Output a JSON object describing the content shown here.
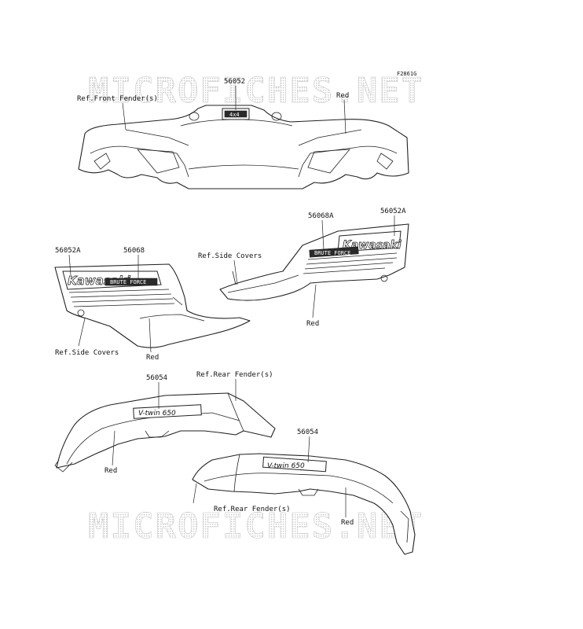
{
  "figure_id": "F2861G",
  "watermark": "MICROFICHES.NET",
  "callouts": {
    "front_part": "56052",
    "front_ref": "Ref.Front Fender(s)",
    "front_red": "Red",
    "left_part_a": "56052A",
    "left_part_b": "56068",
    "left_ref": "Ref.Side Covers",
    "left_red": "Red",
    "right_part_a": "56068A",
    "right_part_b": "56052A",
    "right_ref": "Ref.Side Covers",
    "right_red": "Red",
    "rear_left_part": "56054",
    "rear_left_ref": "Ref.Rear Fender(s)",
    "rear_left_red": "Red",
    "rear_right_part": "56054",
    "rear_right_ref": "Ref.Rear Fender(s)",
    "rear_right_red": "Red"
  },
  "decal_text": {
    "brand": "Kawasaki",
    "sub": "BRUTE FORCE",
    "model": "V-twin 650",
    "front_badge": "4x4"
  },
  "colors": {
    "line": "#222222",
    "watermark": "#cfcfcf"
  }
}
